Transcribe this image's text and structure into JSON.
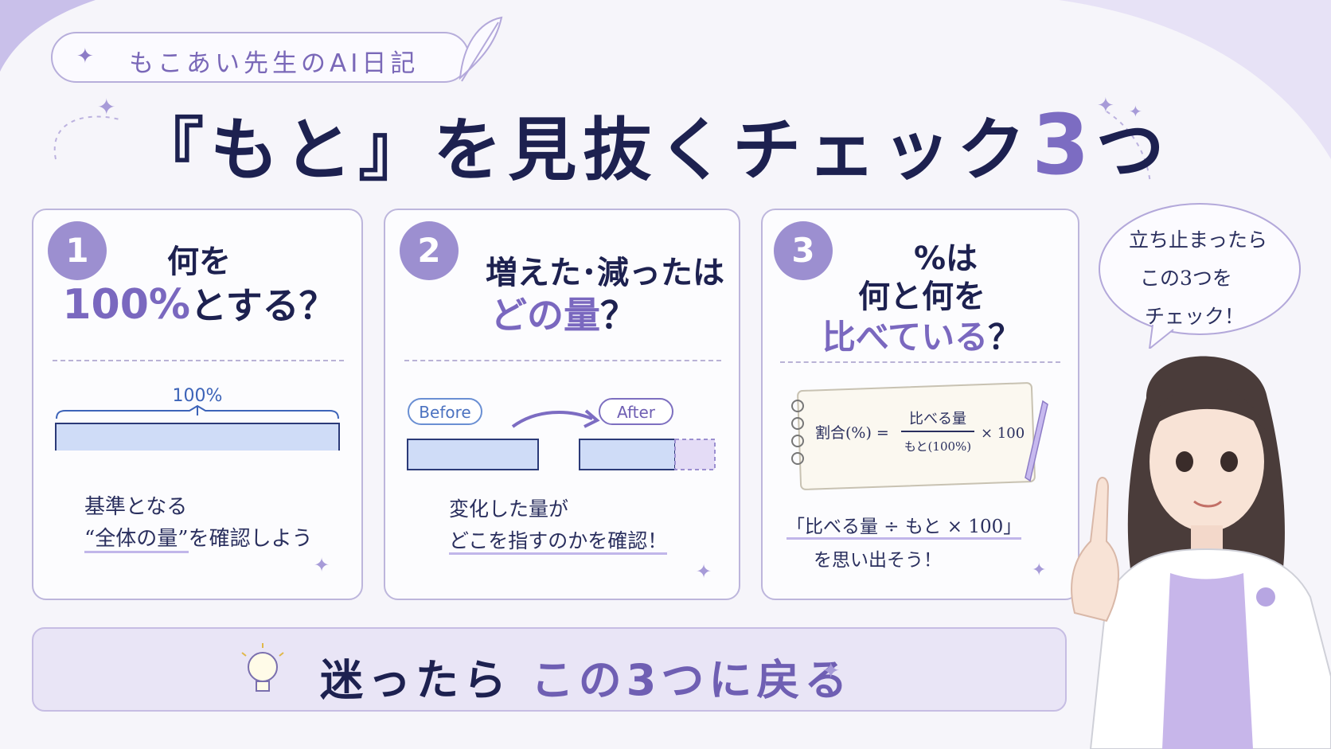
{
  "badge": {
    "label": "もこあい先生のAI日記"
  },
  "title": {
    "main": "『もと』を見抜くチェック",
    "number": "3",
    "suffix": "つ"
  },
  "cards": [
    {
      "number": "1",
      "question_line1": "何を",
      "question_highlight": "100%",
      "question_line2_rest": "とする？",
      "bar_label": "100%",
      "note_line1": "基準となる",
      "note_line2_quoted": "“全体の量”",
      "note_line2_rest": "を確認しよう"
    },
    {
      "number": "2",
      "question_line1": "増えた･減ったは",
      "question_highlight": "どの量",
      "question_line2_rest": "？",
      "before_label": "Before",
      "after_label": "After",
      "note_line1": "変化した量が",
      "note_line2": "どこを指すのかを確認！"
    },
    {
      "number": "3",
      "question_line1": "%は",
      "question_line2": "何と何を",
      "question_highlight": "比べている",
      "question_line3_rest": "？",
      "formula_left": "割合(%) =",
      "formula_numerator": "比べる量",
      "formula_denominator": "もと(100%)",
      "formula_right": "× 100",
      "note_line1": "「比べる量 ÷ もと × 100」",
      "note_line2": "を思い出そう！"
    }
  ],
  "bottom": {
    "text_part1": "迷ったら",
    "text_part2": "この3つに戻る"
  },
  "bubble": {
    "line1": "立ち止まったら",
    "line2": "この3つを",
    "line3": "チェック！"
  },
  "colors": {
    "accent": "#7c6cc2",
    "navy": "#1d2150",
    "bar_fill": "#cfdcf7",
    "bar_stroke": "#2b3a78"
  }
}
